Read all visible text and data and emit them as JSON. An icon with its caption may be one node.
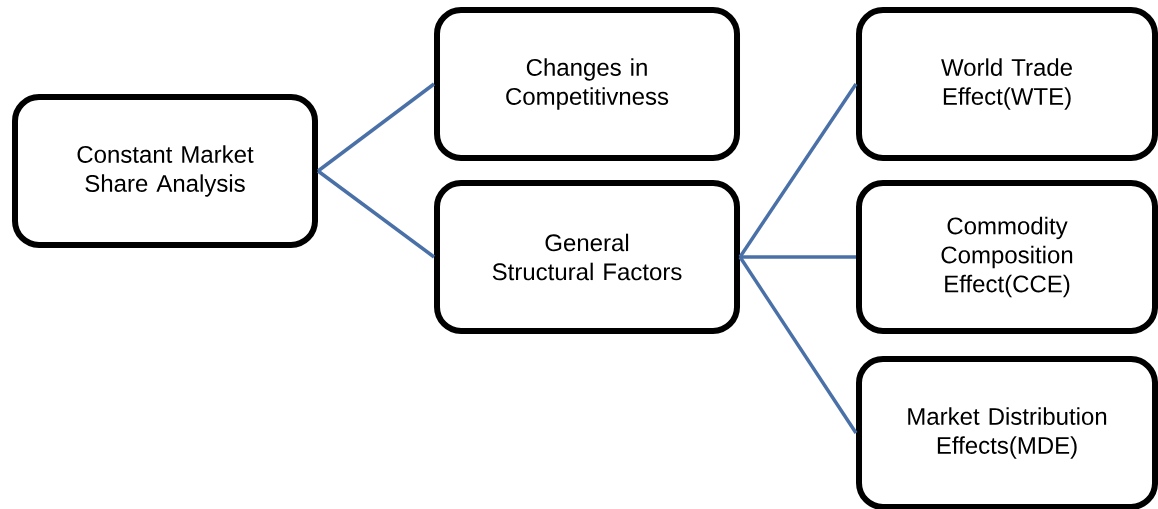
{
  "diagram": {
    "nodes": [
      {
        "text": [
          "Constant Market Share Analysis"
        ]
      },
      {
        "text": [
          "Changes in Competitivness"
        ]
      },
      {
        "text": [
          "General Structural Factors"
        ]
      },
      {
        "text": [
          "World Trade Effect(WTE)"
        ]
      },
      {
        "text": [
          "Commodity Composition Effect(CCE)"
        ]
      },
      {
        "text": [
          "Market Distribution Effects(MDE)"
        ]
      }
    ],
    "edges": [
      {
        "from": 0,
        "to": 1,
        "arrow": "none"
      },
      {
        "from": 0,
        "to": 2,
        "arrow": "none"
      },
      {
        "from": 2,
        "to": 3,
        "arrow": "none"
      },
      {
        "from": 2,
        "to": 4,
        "arrow": "none"
      },
      {
        "from": 2,
        "to": 5,
        "arrow": "none"
      }
    ]
  }
}
